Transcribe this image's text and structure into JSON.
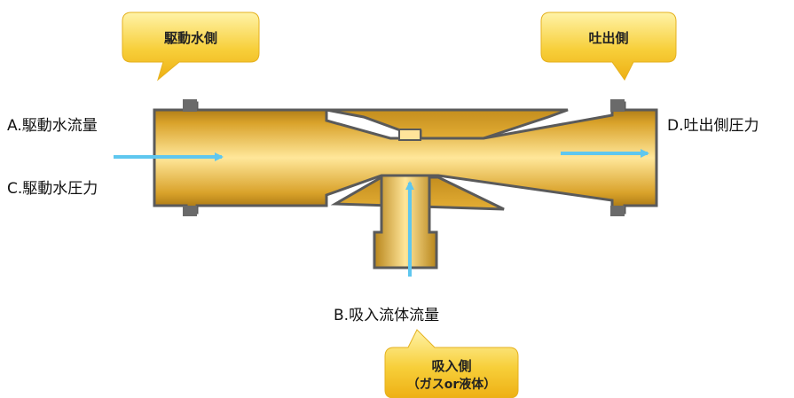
{
  "callouts": {
    "drive_side": "駆動水側",
    "discharge_side": "吐出側",
    "suction_side_line1": "吸入側",
    "suction_side_line2": "（ガスor液体）"
  },
  "labels": {
    "a": "A.駆動水流量",
    "c": "C.駆動水圧力",
    "d": "D.吐出側圧力",
    "b": "B.吸入流体流量"
  },
  "colors": {
    "bubble": "#f4c418",
    "pipe_body": "#f0c030",
    "pipe_outline": "#5a5a5a",
    "arrow": "#5fc7ef"
  }
}
